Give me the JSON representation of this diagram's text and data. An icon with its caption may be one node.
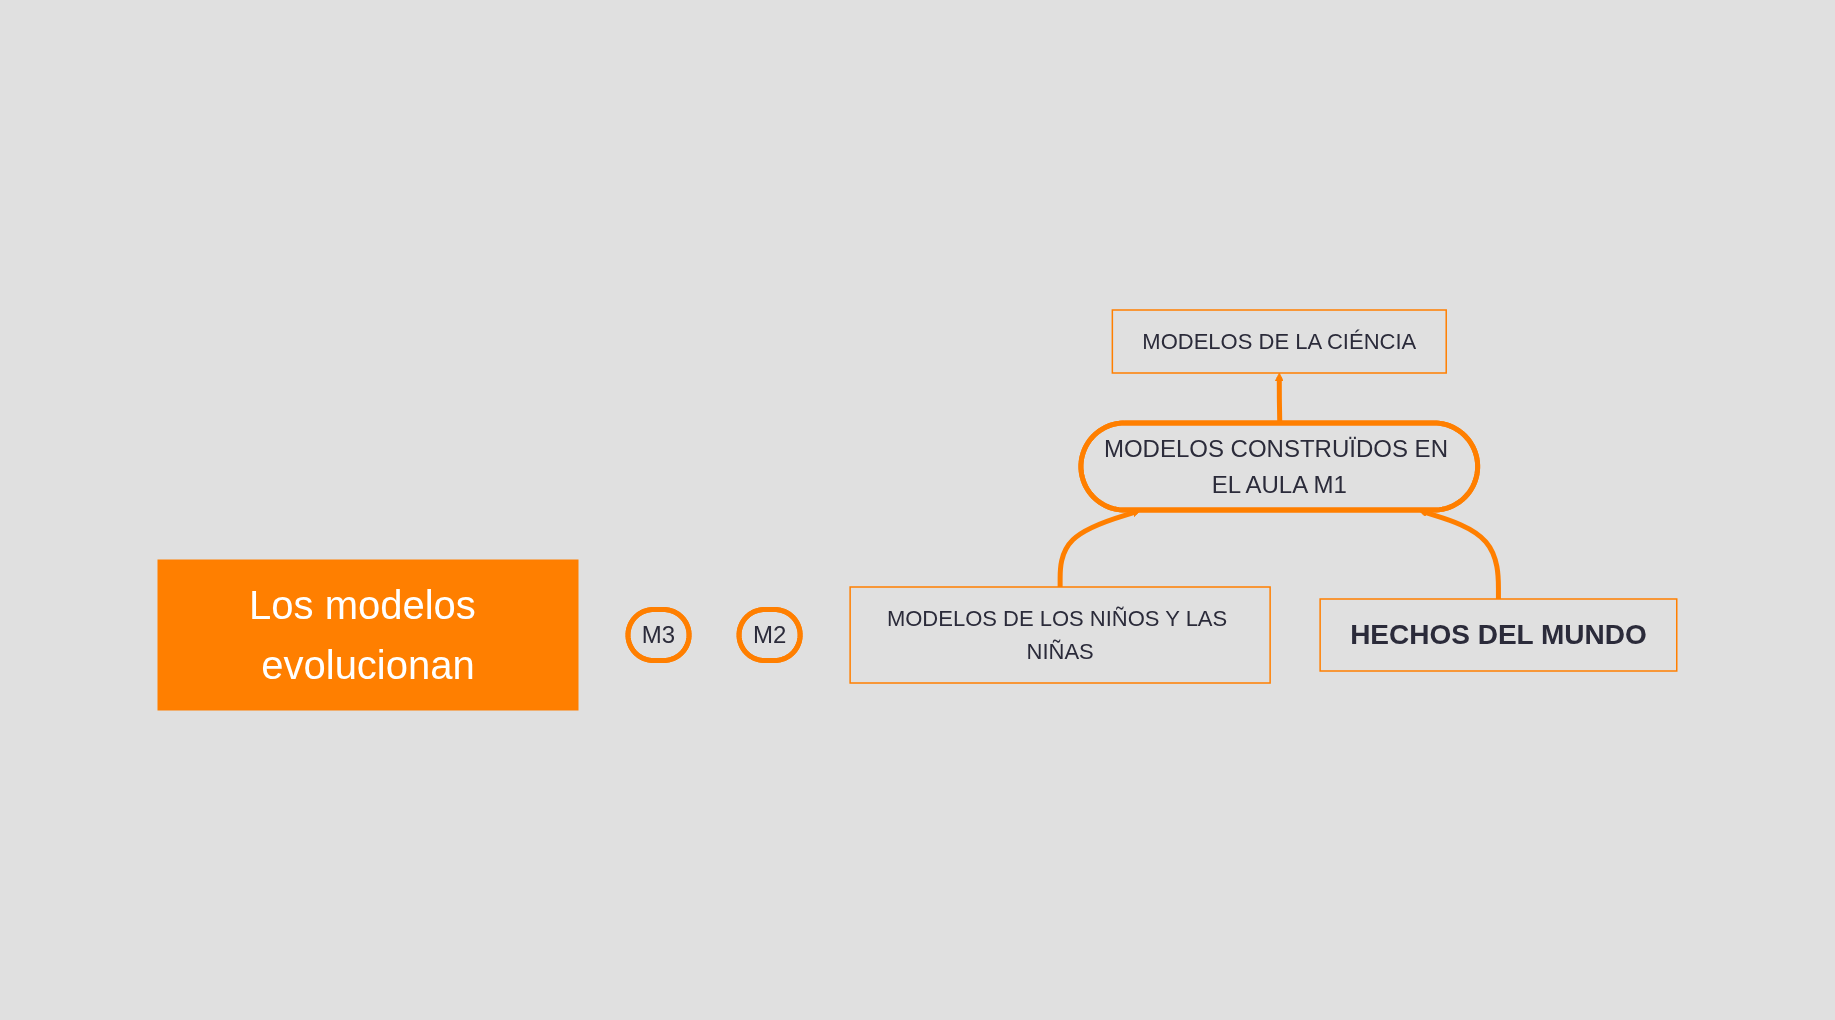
{
  "diagram": {
    "nodes": [
      {
        "text": [
          "Los modelos evolucionan"
        ]
      },
      {
        "text": [
          "MODELOS DE LA CIÉNCIA"
        ]
      },
      {
        "text": [
          "M3"
        ]
      },
      {
        "text": [
          "M2"
        ]
      },
      {
        "text": [
          "MODELOS CONSTRUÏDOS EN EL AULA M1"
        ]
      },
      {
        "text": [
          "MODELOS DE LOS NIÑOS Y LAS NIÑAS"
        ]
      },
      {
        "text": [
          "HECHOS DEL MUNDO"
        ]
      }
    ],
    "edges": [
      {
        "from": 4,
        "to": 1,
        "arrow": "to"
      },
      {
        "from": 5,
        "to": 4,
        "arrow": "to"
      },
      {
        "from": 6,
        "to": 4,
        "arrow": "to"
      }
    ]
  }
}
